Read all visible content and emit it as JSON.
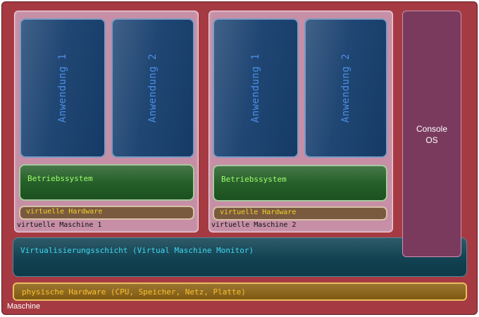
{
  "machine": {
    "label": "Maschine"
  },
  "vms": [
    {
      "label": "virtuelle Maschine 1",
      "apps": [
        "Anwendung 1",
        "Anwendung 2"
      ],
      "os": "Betriebssystem",
      "virtual_hardware": "virtuelle Hardware"
    },
    {
      "label": "virtuelle Maschine 2",
      "apps": [
        "Anwendung 1",
        "Anwendung 2"
      ],
      "os": "Betriebssystem",
      "virtual_hardware": "virtuelle Hardware"
    }
  ],
  "console": {
    "label": "Console\nOS"
  },
  "virtualization_layer": {
    "label": "Virtualisierungsschicht (Virtual Maschine Monitor)"
  },
  "physical_hardware": {
    "label": "physische Hardware (CPU, Speicher, Netz, Platte)"
  }
}
